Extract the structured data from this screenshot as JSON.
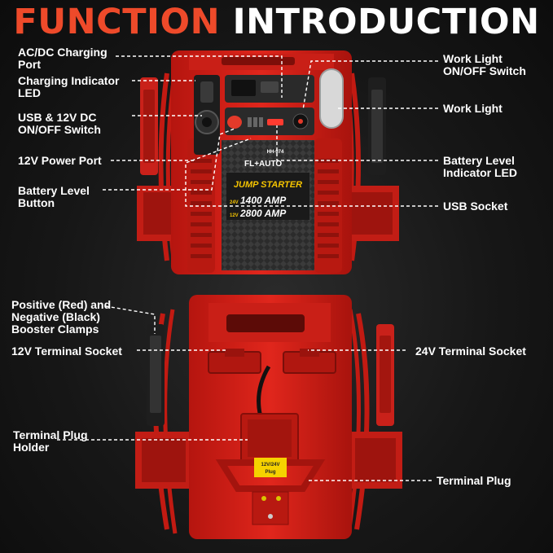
{
  "title": {
    "word1": "FUNCTION",
    "word2": "INTRODUCTION"
  },
  "labels": {
    "ac_dc_charging_port": [
      "AC/DC Charging",
      "Port"
    ],
    "charging_indicator_led": [
      "Charging Indicator",
      "LED"
    ],
    "usb_12v_switch": [
      "USB & 12V DC",
      "ON/OFF Switch"
    ],
    "power_port": [
      "12V Power Port"
    ],
    "battery_level_button": [
      "Battery Level",
      "Button"
    ],
    "work_light_switch": [
      "Work Light",
      "ON/OFF Switch"
    ],
    "work_light": [
      "Work Light"
    ],
    "battery_level_led": [
      "Battery Level",
      "Indicator LED"
    ],
    "usb_socket": [
      "USB Socket"
    ],
    "booster_clamps": [
      "Positive (Red) and",
      "Negative (Black)",
      "Booster Clamps"
    ],
    "terminal_socket_12v": [
      "12V Terminal Socket"
    ],
    "terminal_socket_24v": [
      "24V Terminal Socket"
    ],
    "terminal_plug_holder": [
      "Terminal Plug",
      "Holder"
    ],
    "terminal_plug": [
      "Terminal Plug"
    ]
  },
  "device": {
    "brand": "FL+AUTO",
    "model": "HH-974",
    "product": "JUMP STARTER",
    "rating_24v_prefix": "24V",
    "rating_24v": "1400 AMP",
    "rating_12v_prefix": "12V",
    "rating_12v": "2800 AMP",
    "plug_tag": [
      "12V/24V",
      "Plug"
    ]
  },
  "colors": {
    "title_accent": "#ee4a2a",
    "device_red": "#d9241b",
    "panel_dark": "#2a2a2a",
    "label_text": "#ffffff",
    "rating_text": "#f5c400"
  }
}
